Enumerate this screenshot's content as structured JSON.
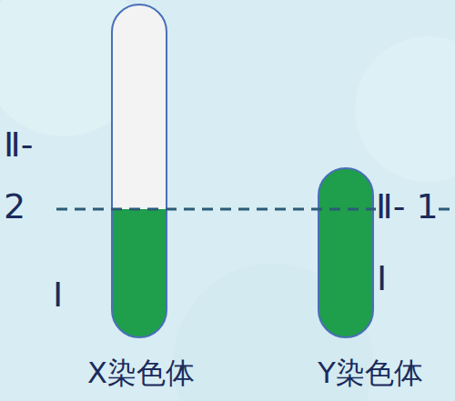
{
  "diagram": {
    "labels": [
      "Ⅱ- 2",
      "Ⅰ",
      "Ⅱ- 1",
      "Ⅰ",
      "X染色体",
      "Y染色体"
    ]
  }
}
